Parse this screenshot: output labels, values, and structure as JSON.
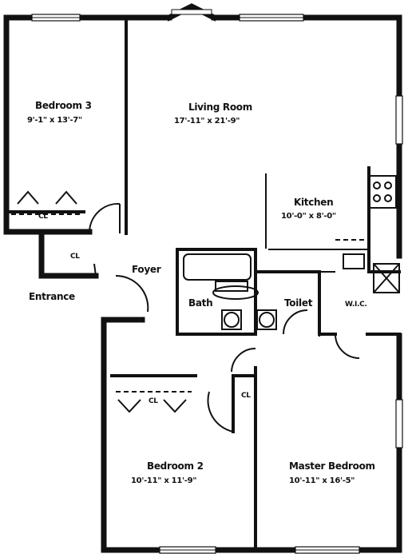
{
  "rooms": {
    "bedroom3": {
      "name": "Bedroom 3",
      "dims": "9'-1\" x 13'-7\""
    },
    "living": {
      "name": "Living Room",
      "dims": "17'-11\" x 21'-9\""
    },
    "kitchen": {
      "name": "Kitchen",
      "dims": "10'-0\" x 8'-0\""
    },
    "foyer": {
      "name": "Foyer"
    },
    "entrance": {
      "name": "Entrance"
    },
    "bath": {
      "name": "Bath"
    },
    "toilet": {
      "name": "Toilet"
    },
    "wic": {
      "name": "W.I.C."
    },
    "bedroom2": {
      "name": "Bedroom 2",
      "dims": "10'-11\" x 11'-9\""
    },
    "master": {
      "name": "Master Bedroom",
      "dims": "10'-11\" x 16'-5\""
    }
  },
  "closets": {
    "b3": "CL",
    "foyer": "CL",
    "b2": "CL",
    "hall": "CL"
  }
}
